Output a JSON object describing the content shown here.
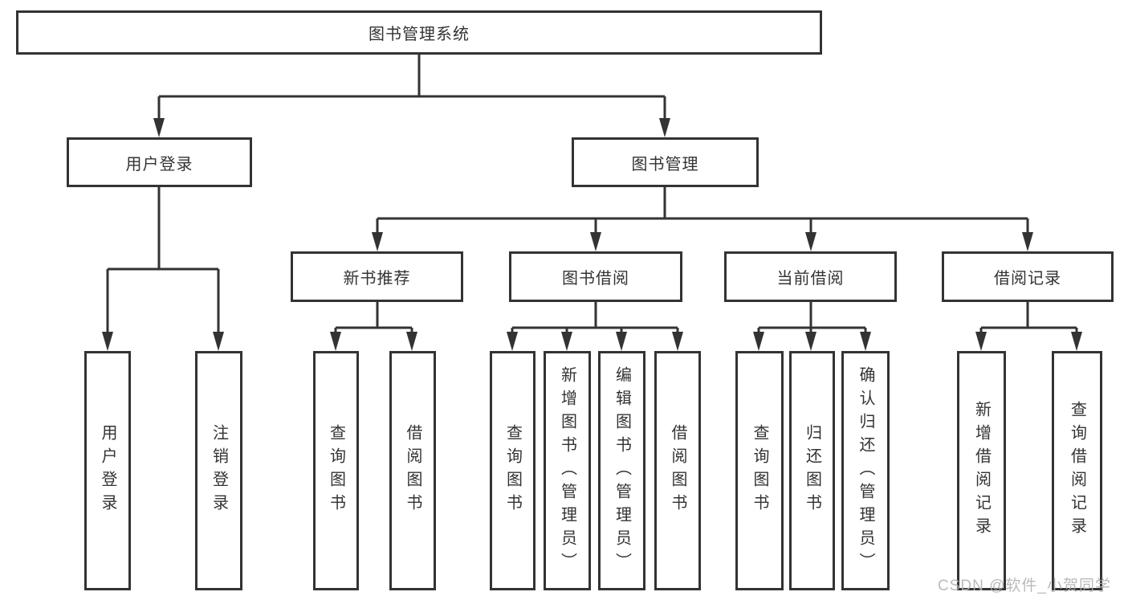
{
  "diagram": {
    "root": {
      "label": "图书管理系统"
    },
    "level1": [
      {
        "label": "用户登录"
      },
      {
        "label": "图书管理"
      }
    ],
    "level2": [
      {
        "label": "新书推荐"
      },
      {
        "label": "图书借阅"
      },
      {
        "label": "当前借阅"
      },
      {
        "label": "借阅记录"
      }
    ],
    "leaves": [
      {
        "label": "用户登录"
      },
      {
        "label": "注销登录"
      },
      {
        "label": "查询图书"
      },
      {
        "label": "借阅图书"
      },
      {
        "label": "查询图书"
      },
      {
        "label": "新增图书（管理员）"
      },
      {
        "label": "编辑图书（管理员）"
      },
      {
        "label": "借阅图书"
      },
      {
        "label": "查询图书"
      },
      {
        "label": "归还图书"
      },
      {
        "label": "确认归还（管理员）"
      },
      {
        "label": "新增借阅记录"
      },
      {
        "label": "查询借阅记录"
      }
    ]
  },
  "watermark": {
    "text": "CSDN @软件_小贺同学"
  },
  "colors": {
    "line": "#333333",
    "border": "#333333",
    "text": "#333333",
    "background": "#ffffff",
    "watermark": "#b2b2b2"
  }
}
